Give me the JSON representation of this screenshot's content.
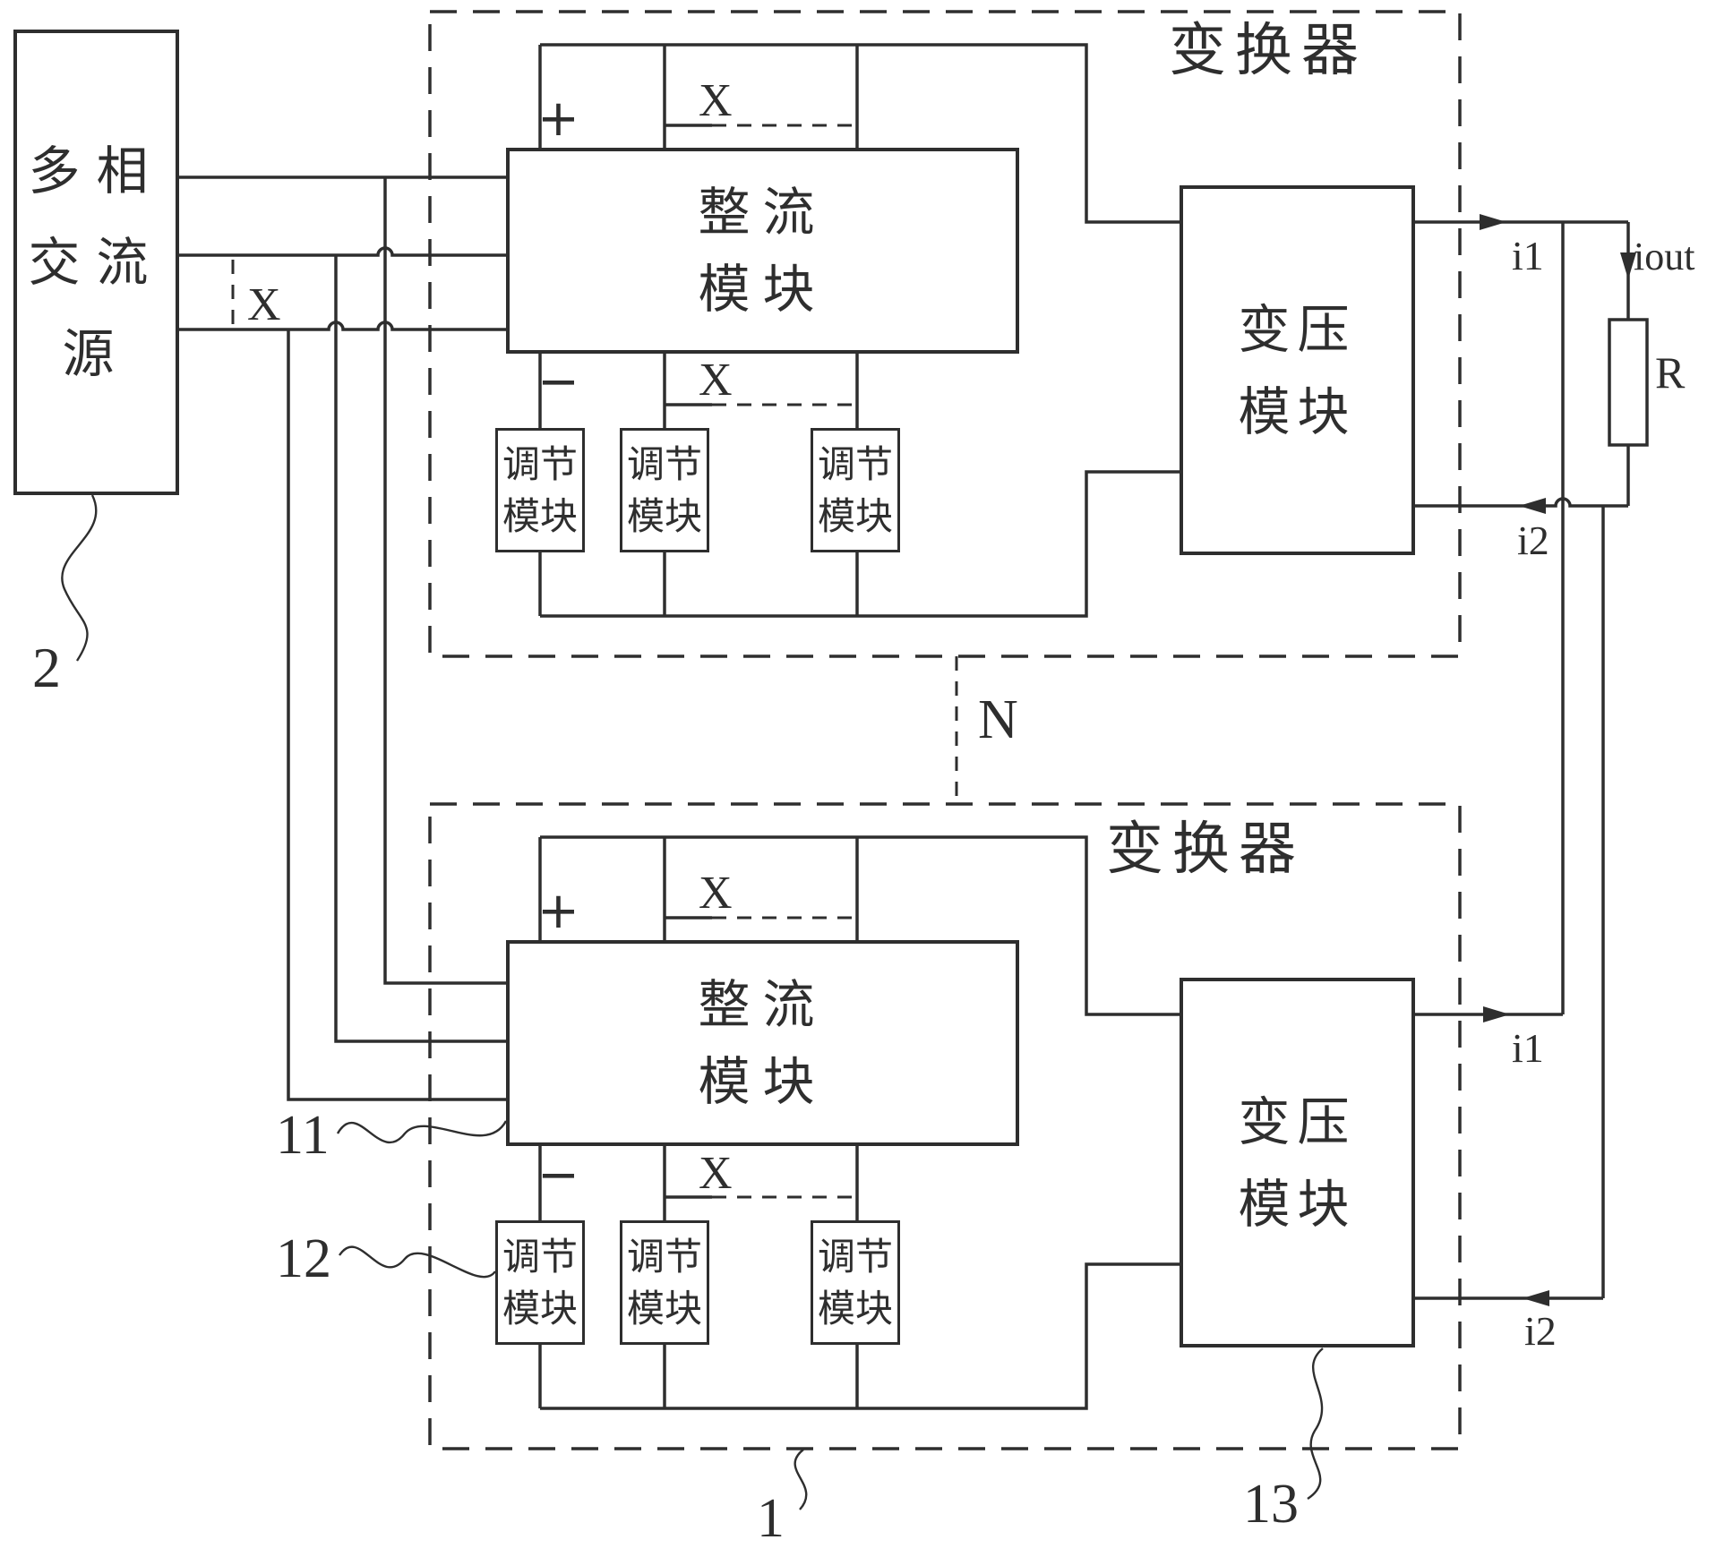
{
  "figure": {
    "type": "patent-block-diagram",
    "line_color": "#2e2e2e",
    "background": "#ffffff"
  },
  "source": {
    "label": "多相\n交流\n源",
    "ref": "2"
  },
  "phase_count_label": "X",
  "n_label": "N",
  "converters": [
    {
      "title": "变换器",
      "rectifier_label": "整流\n模块",
      "plus": "+",
      "minus": "−",
      "x_top": "X",
      "x_bottom": "X",
      "regulators": [
        "调节\n模块",
        "调节\n模块",
        "调节\n模块"
      ],
      "transformer_label": "变压\n模块",
      "i1": "i1",
      "i2": "i2"
    },
    {
      "title": "变换器",
      "rectifier_label": "整流\n模块",
      "plus": "+",
      "minus": "−",
      "x_top": "X",
      "x_bottom": "X",
      "regulators": [
        "调节\n模块",
        "调节\n模块",
        "调节\n模块"
      ],
      "transformer_label": "变压\n模块",
      "i1": "i1",
      "i2": "i2"
    }
  ],
  "load": {
    "iout": "iout",
    "r": "R"
  },
  "refs": {
    "converter": "1",
    "rectifier": "11",
    "regulator": "12",
    "transformer": "13"
  }
}
